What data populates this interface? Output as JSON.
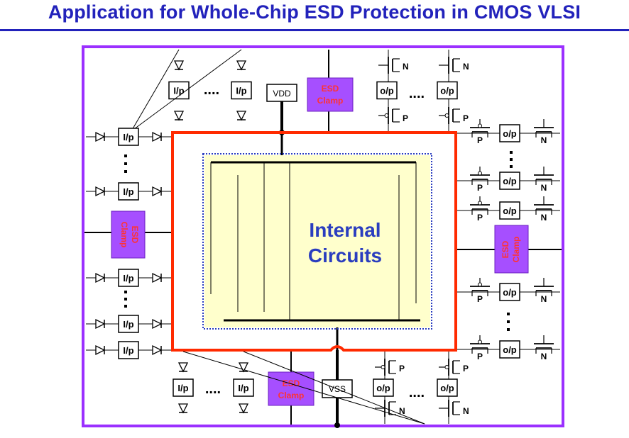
{
  "title": "Application for Whole-Chip ESD Protection in CMOS VLSI",
  "colors": {
    "title": "#2222bb",
    "outer_ring": "#9b30ff",
    "core_ring": "#ff2a00",
    "core_fill": "#ffffcc",
    "esd_box": "#a64fff",
    "esd_text": "#ff3333",
    "internal_text": "#2a3dbf"
  },
  "labels": {
    "input": "I/p",
    "output": "o/p",
    "vdd": "VDD",
    "vss": "VSS",
    "esd_line1": "ESD",
    "esd_line2": "Clamp",
    "nmos": "N",
    "pmos": "P",
    "h_ellipsis": "....",
    "internal_line1": "Internal",
    "internal_line2": "Circuits"
  }
}
